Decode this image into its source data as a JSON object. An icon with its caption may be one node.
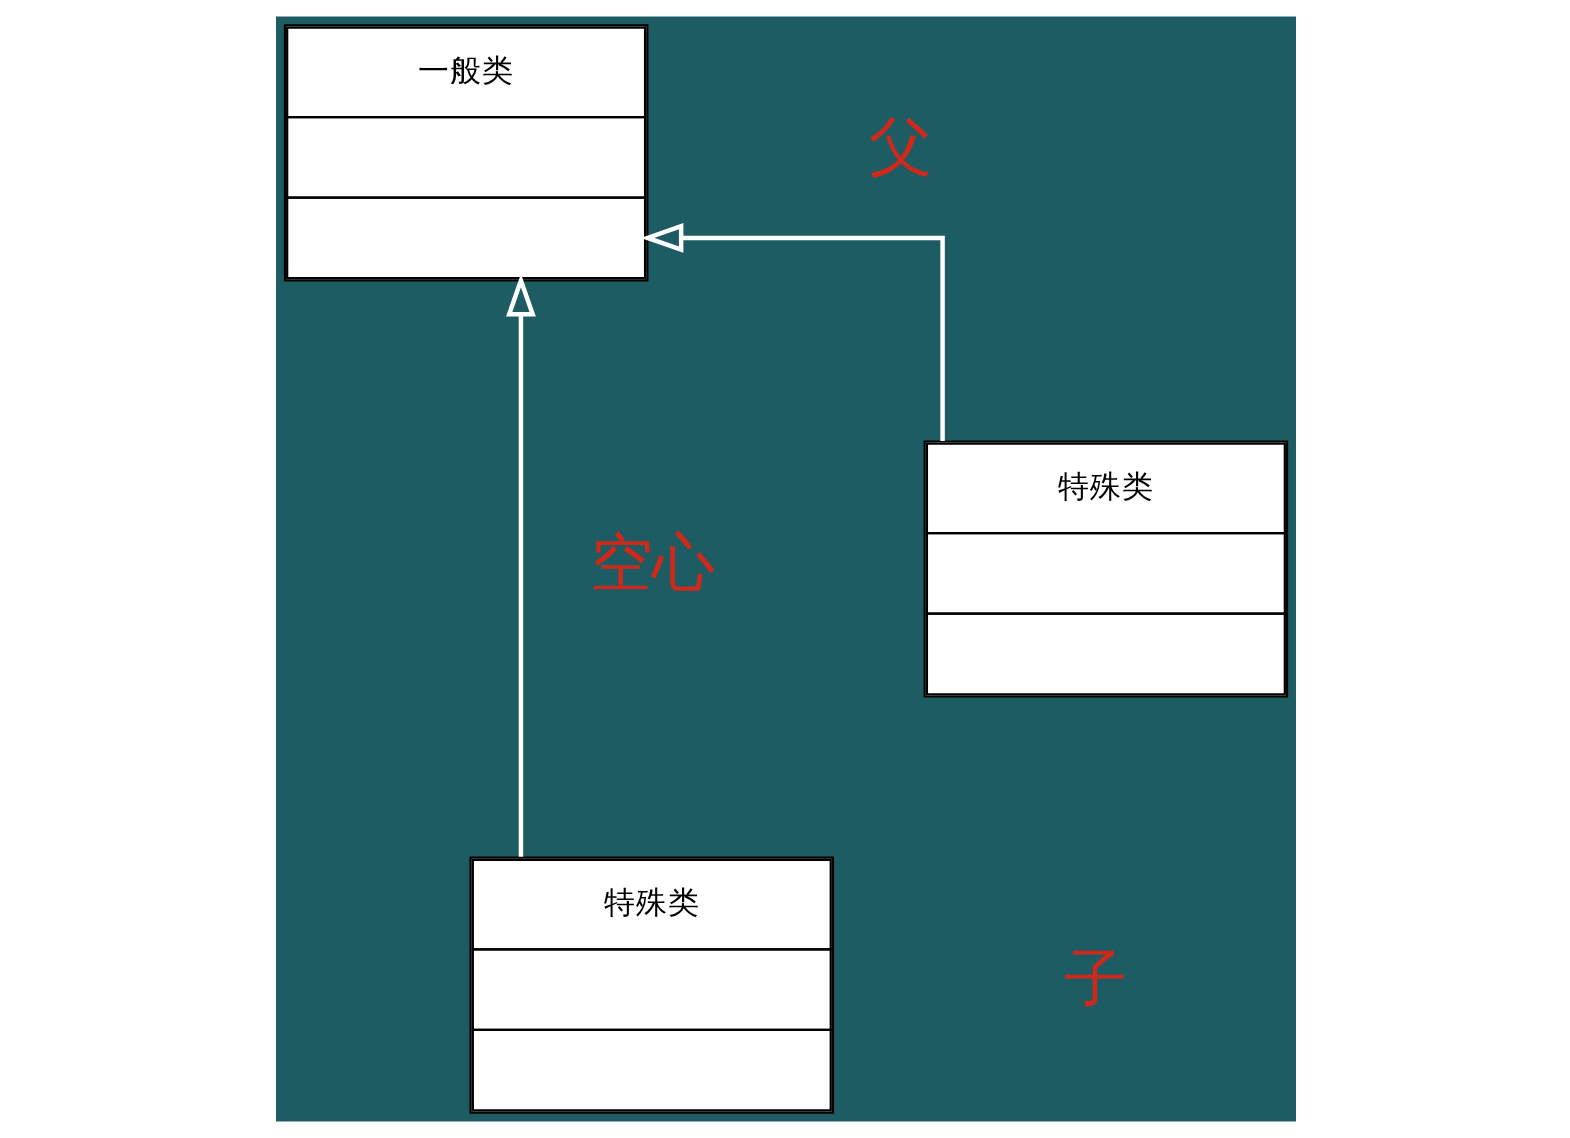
{
  "diagram": {
    "nodes": [
      {
        "text": [
          "一般类"
        ]
      },
      {
        "text": [
          "特殊类"
        ]
      },
      {
        "text": [
          "特殊类"
        ]
      }
    ],
    "edges": [
      {
        "from": 1,
        "to": 0,
        "arrow": "to"
      },
      {
        "from": 2,
        "to": 0,
        "arrow": "to"
      }
    ],
    "labels": [
      "父",
      "空心",
      "子"
    ]
  }
}
